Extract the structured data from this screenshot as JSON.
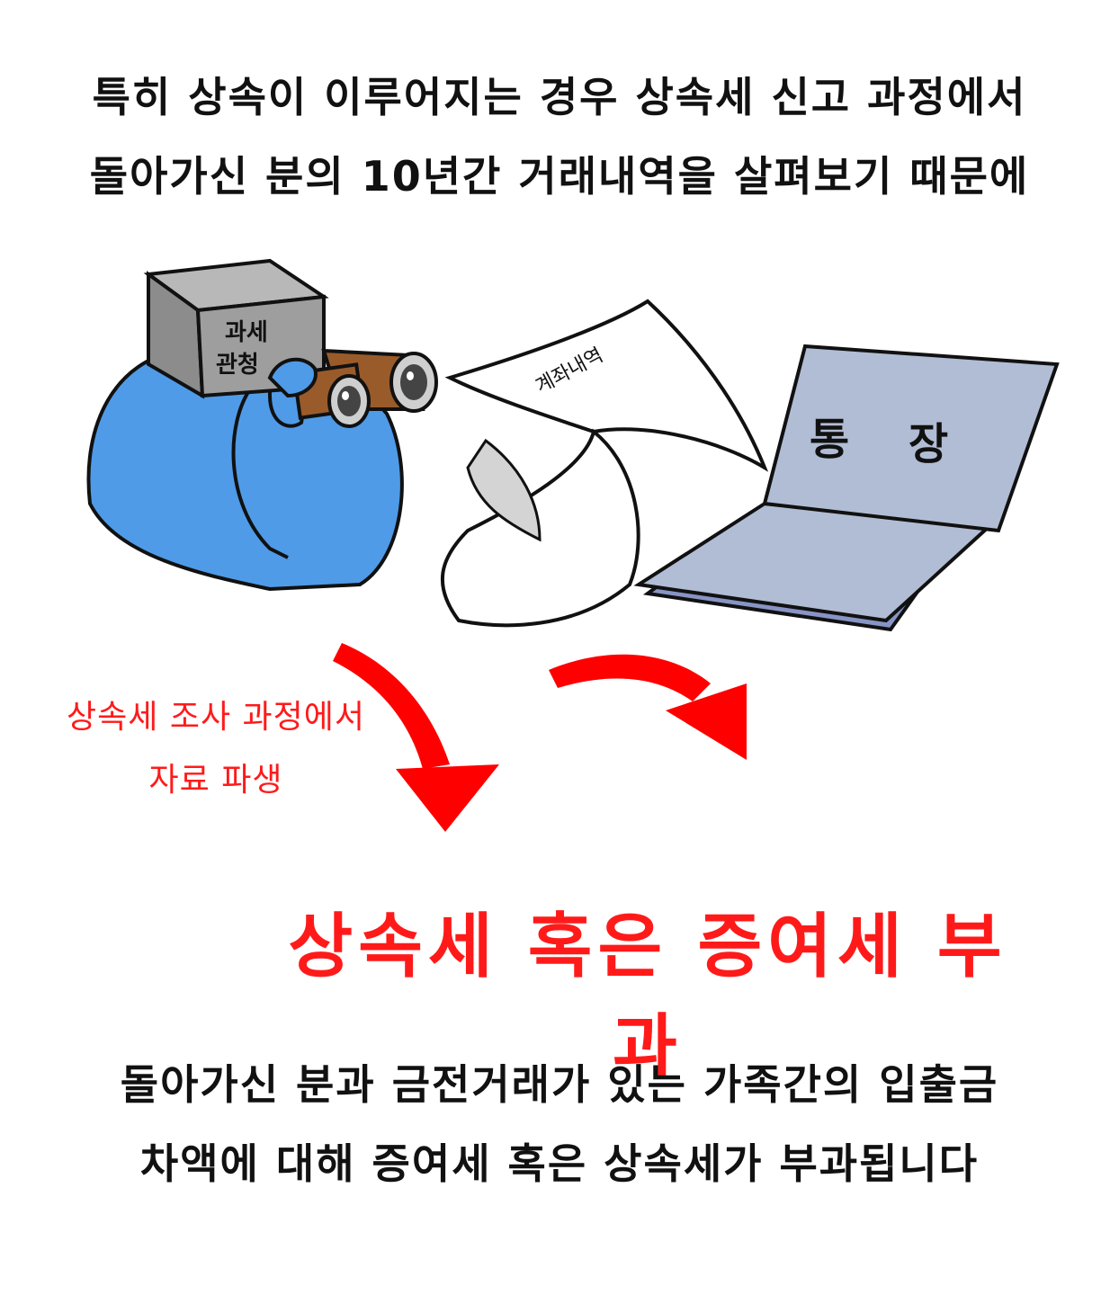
{
  "top_caption": {
    "line1": "특히 상속이 이루어지는 경우 상속세 신고 과정에서",
    "line2": "돌아가신 분의 10년간 거래내역을 살펴보기 때문에"
  },
  "illustration": {
    "box_label_line1": "과세",
    "box_label_line2": "관청",
    "paper_label": "계좌내역",
    "passbook_label_1": "통",
    "passbook_label_2": "장",
    "colors": {
      "body": "#4f9be8",
      "box": "#9e9e9e",
      "box_top": "#b8b8b8",
      "binoculars": "#9a5b2a",
      "passbook": "#b1bdd4",
      "arrow": "#ff0000",
      "paper_shadow": "#d4d4d4"
    }
  },
  "note": {
    "line1": "상속세 조사 과정에서",
    "line2": "자료 파생"
  },
  "headline": "상속세 혹은 증여세 부과",
  "bottom_caption": {
    "line1": "돌아가신 분과 금전거래가 있는 가족간의 입출금",
    "line2": "차액에 대해 증여세 혹은 상속세가 부과됩니다"
  }
}
